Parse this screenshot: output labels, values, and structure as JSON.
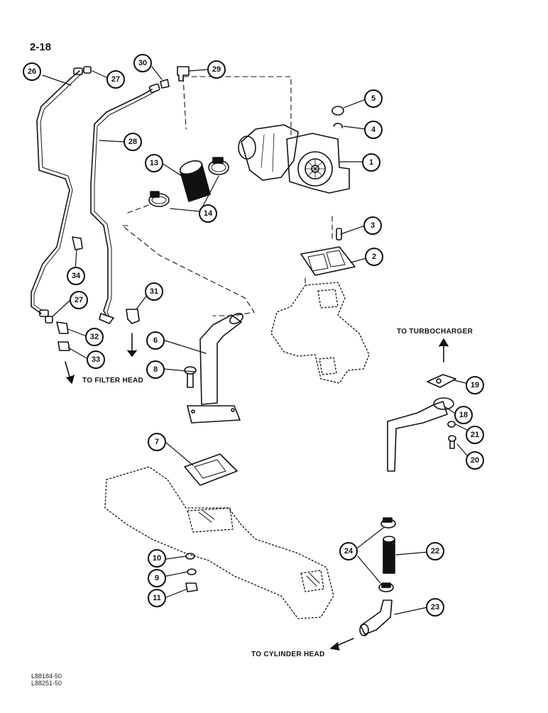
{
  "page": {
    "number": "2-18"
  },
  "references": [
    "L88184-50",
    "L88251-50"
  ],
  "labels": {
    "to_turbocharger": "TO TURBOCHARGER",
    "to_filter_head": "TO FILTER HEAD",
    "to_cylinder_head": "TO CYLINDER HEAD"
  },
  "callouts": {
    "c1": "1",
    "c2": "2",
    "c3": "3",
    "c4": "4",
    "c5": "5",
    "c6": "6",
    "c7": "7",
    "c8": "8",
    "c9": "9",
    "c10": "10",
    "c11": "11",
    "c13": "13",
    "c14": "14",
    "c18": "18",
    "c19": "19",
    "c20": "20",
    "c21": "21",
    "c22": "22",
    "c23": "23",
    "c24": "24",
    "c26": "26",
    "c27a": "27",
    "c27b": "27",
    "c28": "28",
    "c29": "29",
    "c30": "30",
    "c31": "31",
    "c32": "32",
    "c33": "33",
    "c34": "34"
  }
}
